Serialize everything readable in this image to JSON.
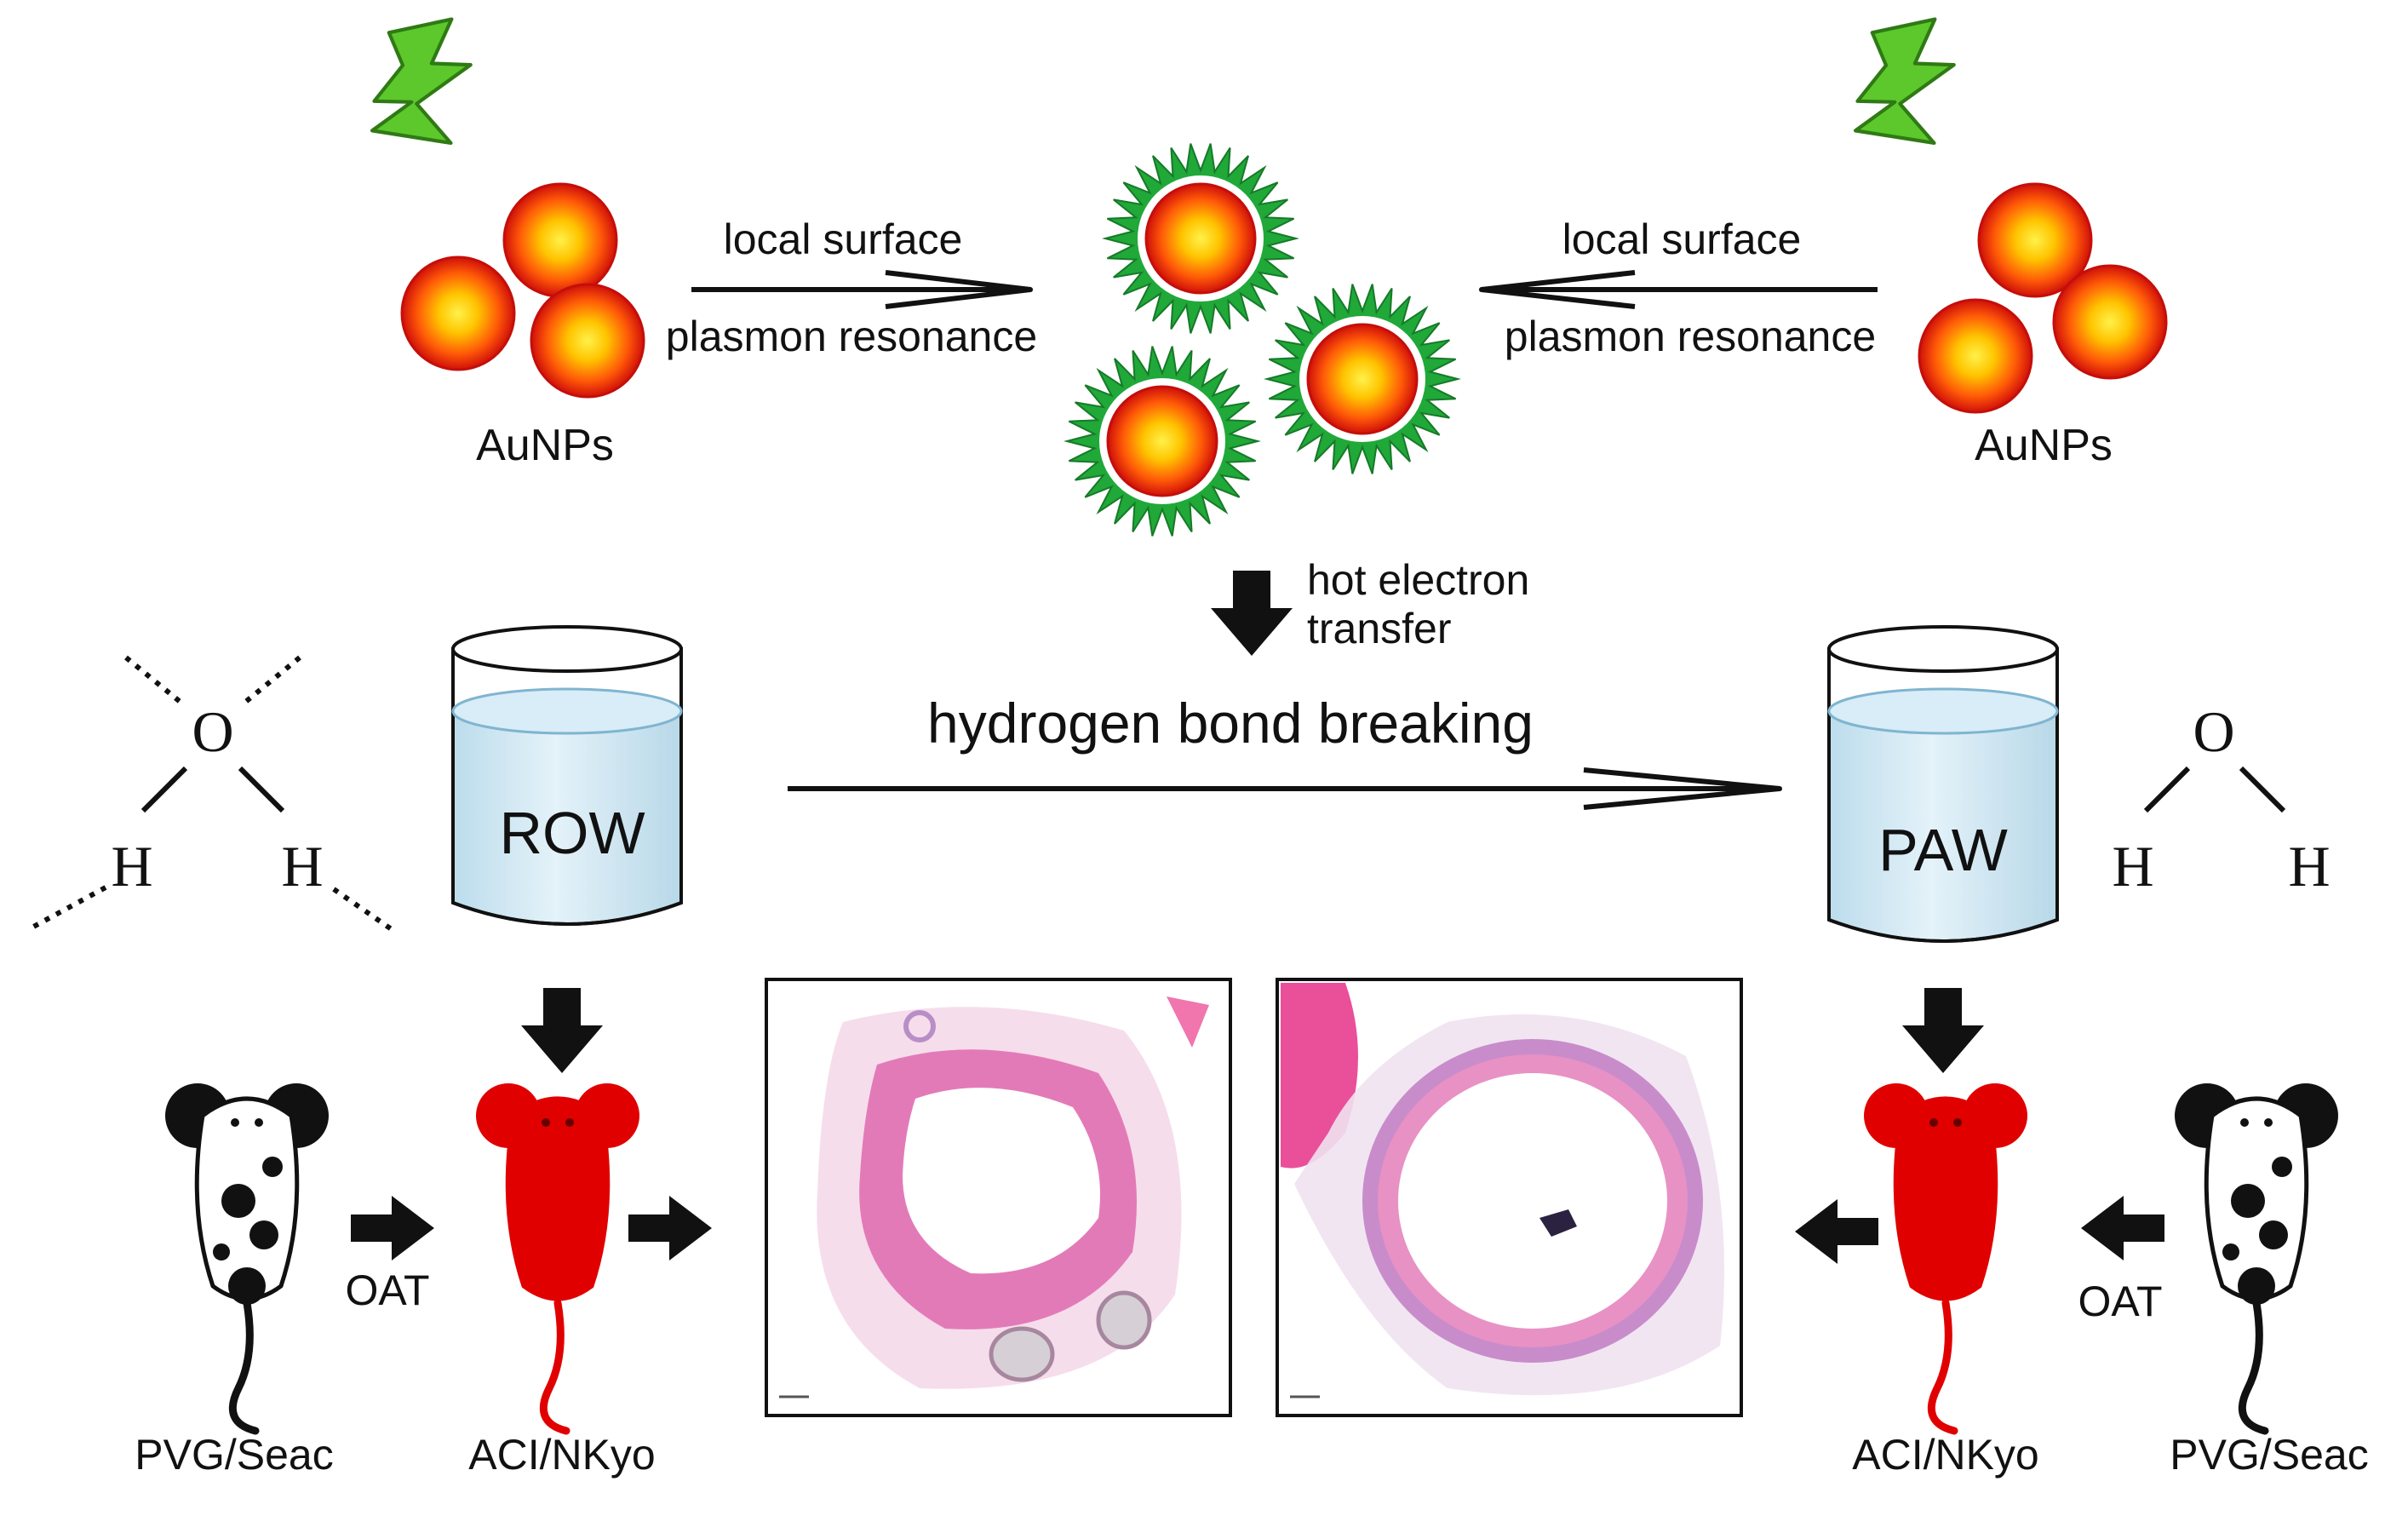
{
  "labels": {
    "lsp_left_line1": "local surface",
    "lsp_left_line2": "plasmon resonance",
    "lsp_right_line1": "local surface",
    "lsp_right_line2": "plasmon resonance",
    "aunps_left": "AuNPs",
    "aunps_right": "AuNPs",
    "hot_electron_line1": "hot electron",
    "hot_electron_line2": "transfer",
    "hbond_breaking": "hydrogen bond breaking",
    "row": "ROW",
    "paw": "PAW",
    "oat_left": "OAT",
    "oat_right": "OAT",
    "pvg_left": "PVG/Seac",
    "pvg_right": "PVG/Seac",
    "aci_left": "ACI/NKyo",
    "aci_right": "ACI/NKyo"
  },
  "molecule_left": {
    "o": "O",
    "h1": "H",
    "h2": "H"
  },
  "molecule_right": {
    "o": "O",
    "h1": "H",
    "h2": "H"
  },
  "colors": {
    "nanoparticle_core": "#ffd400",
    "nanoparticle_edge": "#e8160c",
    "spiky_shell": "#20a838",
    "lightning": "#5cc82c",
    "water": "#cfe6f2",
    "red_rat": "#e00000",
    "tissue_pink": "#e37ab8"
  }
}
